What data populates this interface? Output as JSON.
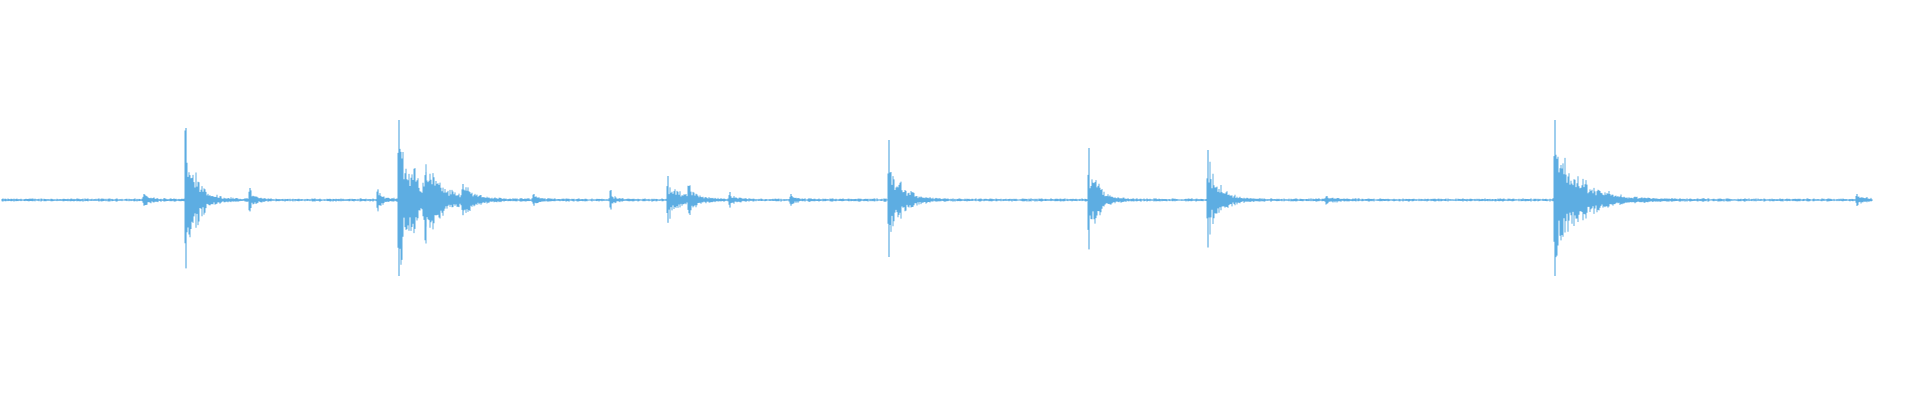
{
  "waveform": {
    "color": "#5dade2",
    "background": "#ffffff",
    "duration_fraction_drawn": 0.975,
    "baseline_level": 0.0,
    "noise_level": 0.006,
    "transients": [
      {
        "position": 0.075,
        "amplitude": 0.03,
        "decay": 0.004
      },
      {
        "position": 0.097,
        "amplitude": 0.36,
        "decay": 0.006
      },
      {
        "position": 0.13,
        "amplitude": 0.06,
        "decay": 0.003
      },
      {
        "position": 0.197,
        "amplitude": 0.05,
        "decay": 0.003
      },
      {
        "position": 0.208,
        "amplitude": 0.4,
        "decay": 0.01
      },
      {
        "position": 0.222,
        "amplitude": 0.14,
        "decay": 0.008
      },
      {
        "position": 0.241,
        "amplitude": 0.08,
        "decay": 0.005
      },
      {
        "position": 0.278,
        "amplitude": 0.03,
        "decay": 0.003
      },
      {
        "position": 0.318,
        "amplitude": 0.05,
        "decay": 0.002
      },
      {
        "position": 0.348,
        "amplitude": 0.12,
        "decay": 0.006
      },
      {
        "position": 0.359,
        "amplitude": 0.07,
        "decay": 0.004
      },
      {
        "position": 0.38,
        "amplitude": 0.04,
        "decay": 0.003
      },
      {
        "position": 0.412,
        "amplitude": 0.03,
        "decay": 0.003
      },
      {
        "position": 0.463,
        "amplitude": 0.3,
        "decay": 0.006
      },
      {
        "position": 0.567,
        "amplitude": 0.26,
        "decay": 0.005
      },
      {
        "position": 0.629,
        "amplitude": 0.25,
        "decay": 0.006
      },
      {
        "position": 0.691,
        "amplitude": 0.02,
        "decay": 0.004
      },
      {
        "position": 0.81,
        "amplitude": 0.4,
        "decay": 0.012
      },
      {
        "position": 0.967,
        "amplitude": 0.03,
        "decay": 0.004
      }
    ]
  }
}
